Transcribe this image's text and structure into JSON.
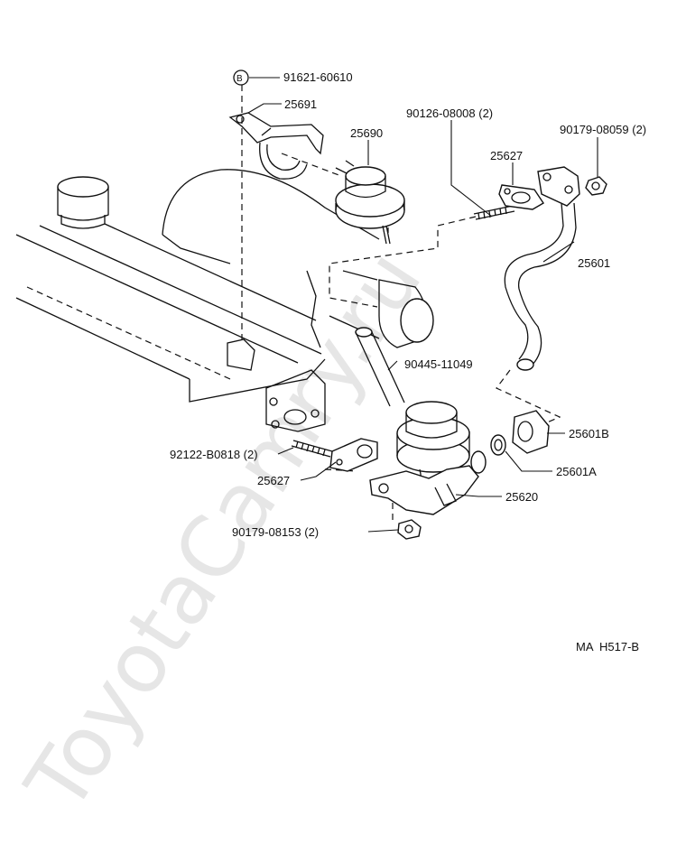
{
  "diagram": {
    "parts": {
      "bolt_b_marker": "B",
      "p91621": "91621-60610",
      "p25691": "25691",
      "p25690": "25690",
      "p90126": "90126-08008 (2)",
      "p90179_top": "90179-08059 (2)",
      "p25627_top": "25627",
      "p25601": "25601",
      "p90445": "90445-11049",
      "p25601B": "25601B",
      "p92122": "92122-B0818 (2)",
      "p25601A": "25601A",
      "p25627_bottom": "25627",
      "p25620": "25620",
      "p90179_bottom": "90179-08153 (2)"
    },
    "figure_code": "MA  H517-B",
    "watermark": "ToyotaCamry.ru"
  }
}
